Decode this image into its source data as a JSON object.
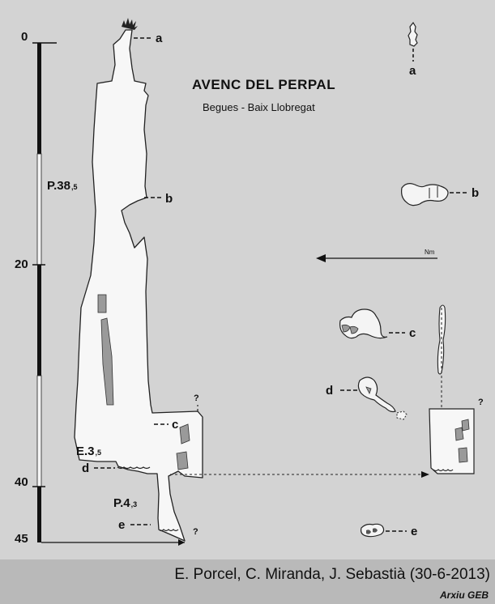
{
  "title": "AVENC DEL PERPAL",
  "location": "Begues - Baix Llobregat",
  "depth_scale": {
    "marks": [
      "0",
      "20",
      "40",
      "45"
    ]
  },
  "pitch_labels": {
    "p1_main": "P.38",
    "p1_sub": ",5",
    "step_main": "E.3",
    "step_sub": ",5",
    "p2_main": "P.4",
    "p2_sub": ",3"
  },
  "section_labels": {
    "a": "a",
    "b": "b",
    "c": "c",
    "d": "d",
    "e": "e"
  },
  "unknown_mark": "?",
  "north_label": "Nm",
  "footer": {
    "authors": "E. Porcel, C. Miranda, J. Sebastià (30-6-2013)",
    "archive": "Arxiu GEB"
  }
}
